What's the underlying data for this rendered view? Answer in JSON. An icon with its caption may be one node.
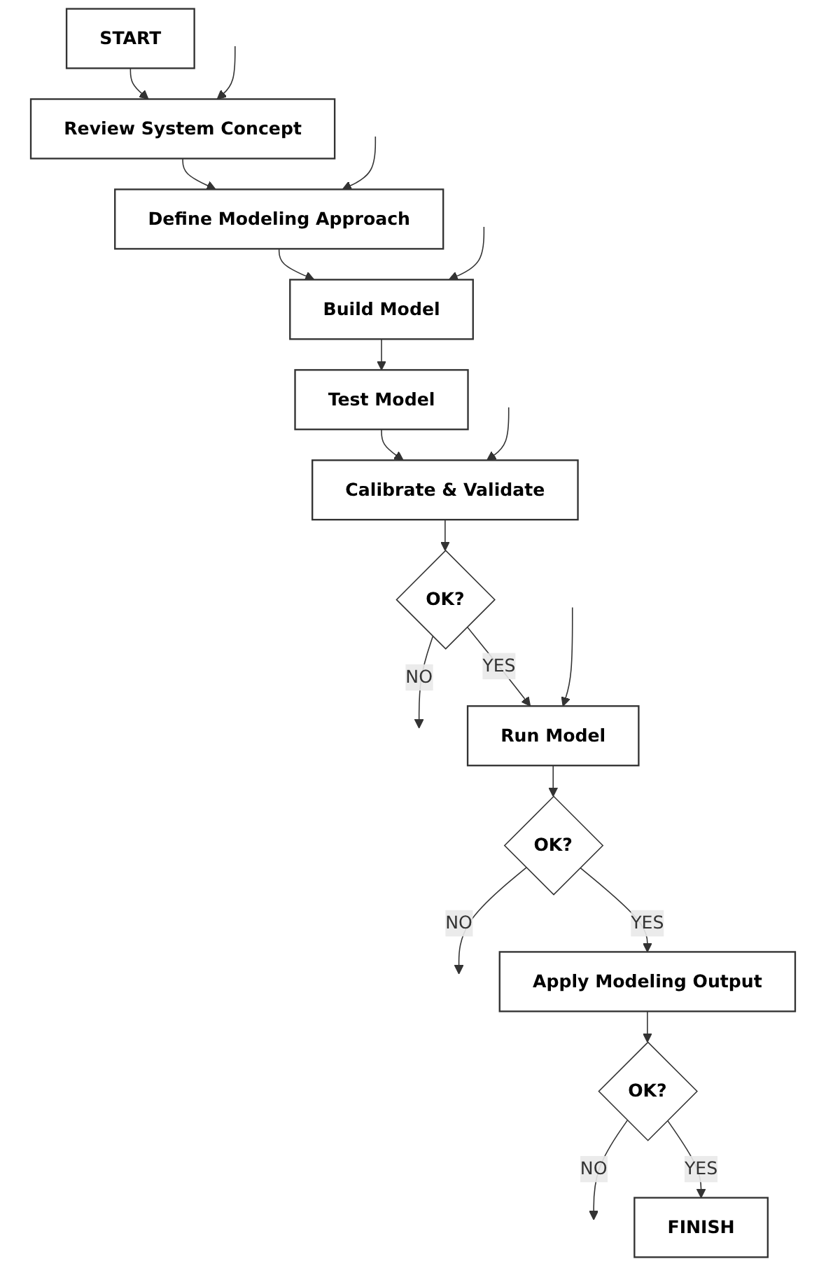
{
  "diagram": {
    "nodes": [
      {
        "text": [
          "START"
        ]
      },
      {
        "text": [
          "Review System Concept"
        ]
      },
      {
        "text": [
          "Define Modeling Approach"
        ]
      },
      {
        "text": [
          "Build Model"
        ]
      },
      {
        "text": [
          "Test Model"
        ]
      },
      {
        "text": [
          "Calibrate & Validate"
        ]
      },
      {
        "text": [
          "OK?"
        ]
      },
      {
        "text": [
          "Run Model"
        ]
      },
      {
        "text": [
          "OK?"
        ]
      },
      {
        "text": [
          "Apply Modeling Output"
        ]
      },
      {
        "text": [
          "OK?"
        ]
      },
      {
        "text": [
          "FINISH"
        ]
      }
    ],
    "edges": [
      {
        "from": 0,
        "to": 1,
        "arrow": "to"
      },
      {
        "from": null,
        "to": 1,
        "arrow": "to"
      },
      {
        "from": 1,
        "to": 2,
        "arrow": "to"
      },
      {
        "from": null,
        "to": 2,
        "arrow": "to"
      },
      {
        "from": 2,
        "to": 3,
        "arrow": "to"
      },
      {
        "from": null,
        "to": 3,
        "arrow": "to"
      },
      {
        "from": 3,
        "to": 4,
        "arrow": "to"
      },
      {
        "from": 4,
        "to": 5,
        "arrow": "to"
      },
      {
        "from": null,
        "to": 5,
        "arrow": "to"
      },
      {
        "from": 5,
        "to": 6,
        "arrow": "to"
      },
      {
        "from": 6,
        "to": null,
        "label": "NO",
        "arrow": "to"
      },
      {
        "from": 6,
        "to": 7,
        "label": "YES",
        "arrow": "to"
      },
      {
        "from": null,
        "to": 7,
        "arrow": "to"
      },
      {
        "from": 7,
        "to": 8,
        "arrow": "to"
      },
      {
        "from": 8,
        "to": null,
        "label": "NO",
        "arrow": "to"
      },
      {
        "from": 8,
        "to": 9,
        "label": "YES",
        "arrow": "to"
      },
      {
        "from": 9,
        "to": 10,
        "arrow": "to"
      },
      {
        "from": 10,
        "to": null,
        "label": "NO",
        "arrow": "to"
      },
      {
        "from": 10,
        "to": 11,
        "label": "YES",
        "arrow": "to"
      }
    ]
  }
}
